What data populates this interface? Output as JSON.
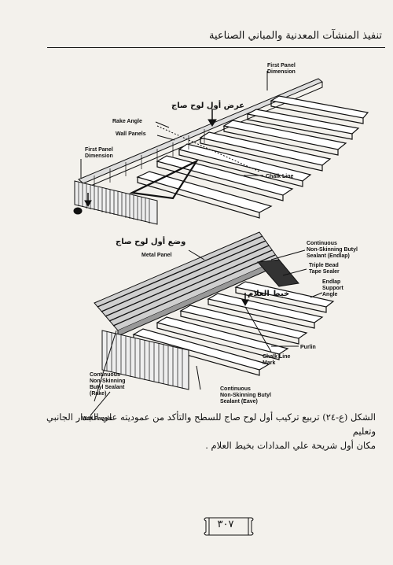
{
  "header": {
    "title": "تنفيذ المنشآت المعدنية والمباني الصناعية"
  },
  "figure_top": {
    "first_panel_dimension_right": [
      "First Panel",
      "Dimension"
    ],
    "first_panel_dimension_left": [
      "First Panel",
      "Dimension"
    ],
    "rake_angle": "Rake Angle",
    "wall_panels": "Wall Panels",
    "chalk_line": "Chalk Line",
    "arabic_label": "عرض أول لوح صاج"
  },
  "figure_bottom": {
    "arabic_label_panel": "وضع أول لوح صاج",
    "metal_panel": "Metal Panel",
    "sealant_endlap": [
      "Continuous",
      "Non-Skinning Butyl",
      "Sealant (Endlap)"
    ],
    "triple_bead": [
      "Triple Bead",
      "Tape Sealer"
    ],
    "endlap_support": [
      "Endlap",
      "Support",
      "Angle"
    ],
    "arabic_label_line": "خيط العلام",
    "purlin": "Purlin",
    "chalk_line_mark": [
      "Chalk Line",
      "Mark"
    ],
    "sealant_rake": [
      "Continuous",
      "Non-Skinning",
      "Butyl Sealant",
      "(Rake)"
    ],
    "sealant_eave": [
      "Continuous",
      "Non-Skinning Butyl",
      "Sealant (Eave)"
    ],
    "wall_panels": "Wall Panels"
  },
  "caption": {
    "line1": "الشكل (ع-٢٤) تربيع تركيب أول لوح صاج للسطح والتأكد من عموديته علي الجدار الجانبي وتعليم",
    "line2": "مكان أول شريحة علي المدادات بخيط العلام ."
  },
  "page_number": "٣٠٧"
}
